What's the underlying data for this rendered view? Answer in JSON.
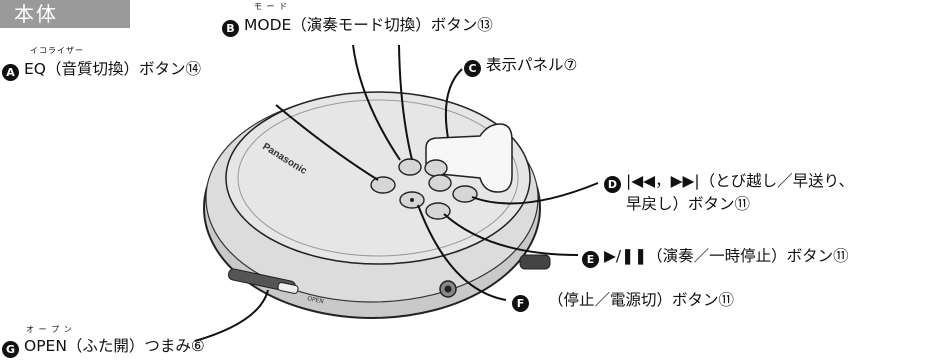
{
  "tag": "本体",
  "labels": {
    "A": {
      "badge": "A",
      "text": "EQ（音質切換）ボタン⑭",
      "ruby": "イコライザー"
    },
    "B": {
      "badge": "B",
      "text": "MODE（演奏モード切換）ボタン⑬",
      "ruby": "モ ー ド"
    },
    "C": {
      "badge": "C",
      "text": "表示パネル⑦"
    },
    "D": {
      "badge": "D",
      "line1": "|◀◀，▶▶|（とび越し／早送り、",
      "line2": "早戻し）ボタン⑪"
    },
    "E": {
      "badge": "E",
      "text": "▶/❚❚（演奏／一時停止）ボタン⑪"
    },
    "F": {
      "badge": "F",
      "text": "（停止／電源切）ボタン⑪"
    },
    "G": {
      "badge": "G",
      "text": "OPEN（ふた開）つまみ⑥",
      "ruby": "オ ー プ ン"
    }
  },
  "device": {
    "brand": "Panasonic",
    "slider_text": "OPEN"
  }
}
